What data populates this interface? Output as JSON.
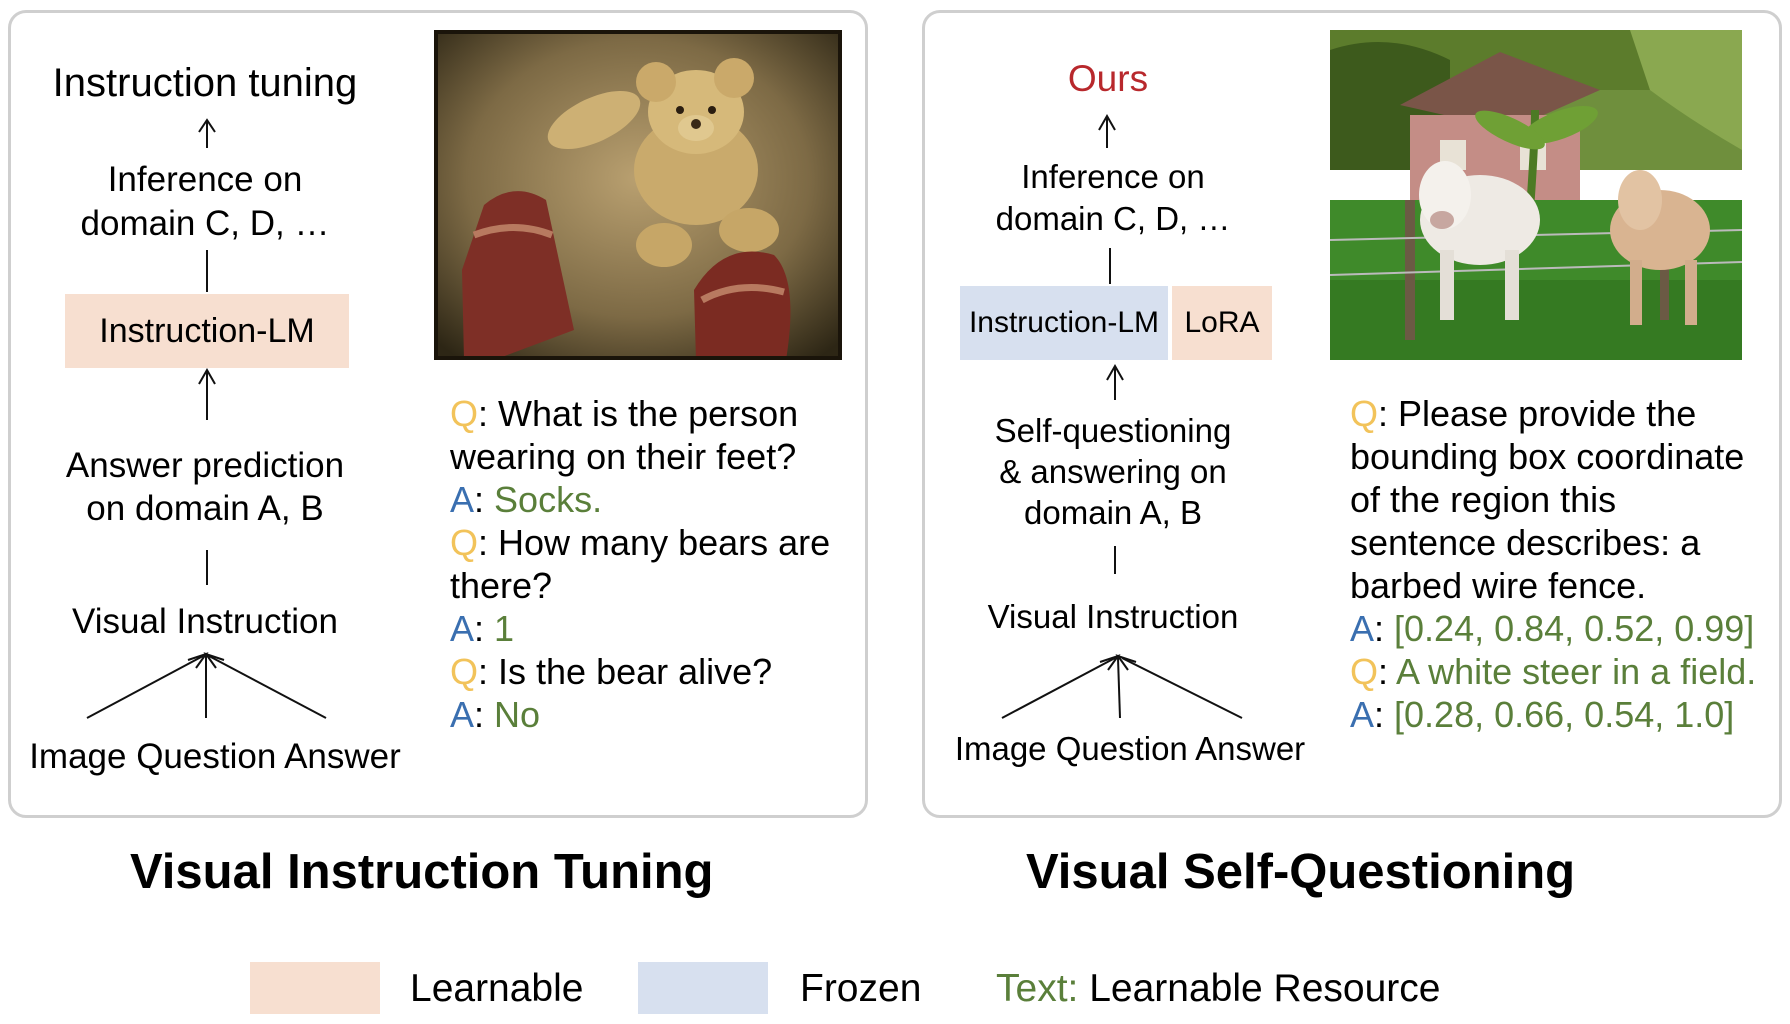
{
  "colors": {
    "learnable": "#f7dfd0",
    "frozen": "#d7e0ef",
    "q_label": "#f2c35a",
    "a_label": "#3a6fb0",
    "answer_text": "#5a7f3a",
    "ours": "#b8282c"
  },
  "left": {
    "title": "Visual Instruction Tuning",
    "flow": {
      "top": "Instruction tuning",
      "inference_line1": "Inference on",
      "inference_line2": "domain C, D, …",
      "model": "Instruction-LM",
      "answer_line1": "Answer prediction",
      "answer_line2": "on domain A, B",
      "visual_instruction": "Visual Instruction",
      "inputs": "Image Question Answer"
    },
    "image_icon": "teddy-bear-and-socks-photo",
    "qa": [
      {
        "label": "Q",
        "text": ": What is the person wearing on their feet?"
      },
      {
        "label": "A",
        "colon": ": ",
        "answer": "Socks."
      },
      {
        "label": "Q",
        "text": ": How many bears are there?"
      },
      {
        "label": "A",
        "colon": ": ",
        "answer": "1"
      },
      {
        "label": "Q",
        "text": ": Is the bear alive?"
      },
      {
        "label": "A",
        "colon": ": ",
        "answer": "No"
      }
    ]
  },
  "right": {
    "title": "Visual Self-Questioning",
    "flow": {
      "top": "Ours",
      "inference_line1": "Inference on",
      "inference_line2": "domain C, D, …",
      "model": "Instruction-LM",
      "adapter": "LoRA",
      "selfq_line1": "Self-questioning",
      "selfq_line2": "& answering on",
      "selfq_line3": "domain A, B",
      "visual_instruction": "Visual Instruction",
      "inputs": "Image Question Answer"
    },
    "image_icon": "cattle-in-field-photo",
    "qa": [
      {
        "label": "Q",
        "text": ": Please provide the bounding box coordinate of the region this sentence describes: a barbed wire fence."
      },
      {
        "label": "A",
        "colon": ": ",
        "answer": "[0.24, 0.84, 0.52, 0.99]"
      },
      {
        "label": "Q",
        "colon": ": ",
        "answer": "A white steer in a field."
      },
      {
        "label": "A",
        "colon": ": ",
        "answer": "[0.28, 0.66, 0.54, 1.0]"
      }
    ]
  },
  "legend": {
    "learnable": "Learnable",
    "frozen": "Frozen",
    "resource_prefix": "Text:",
    "resource_label": " Learnable Resource"
  }
}
